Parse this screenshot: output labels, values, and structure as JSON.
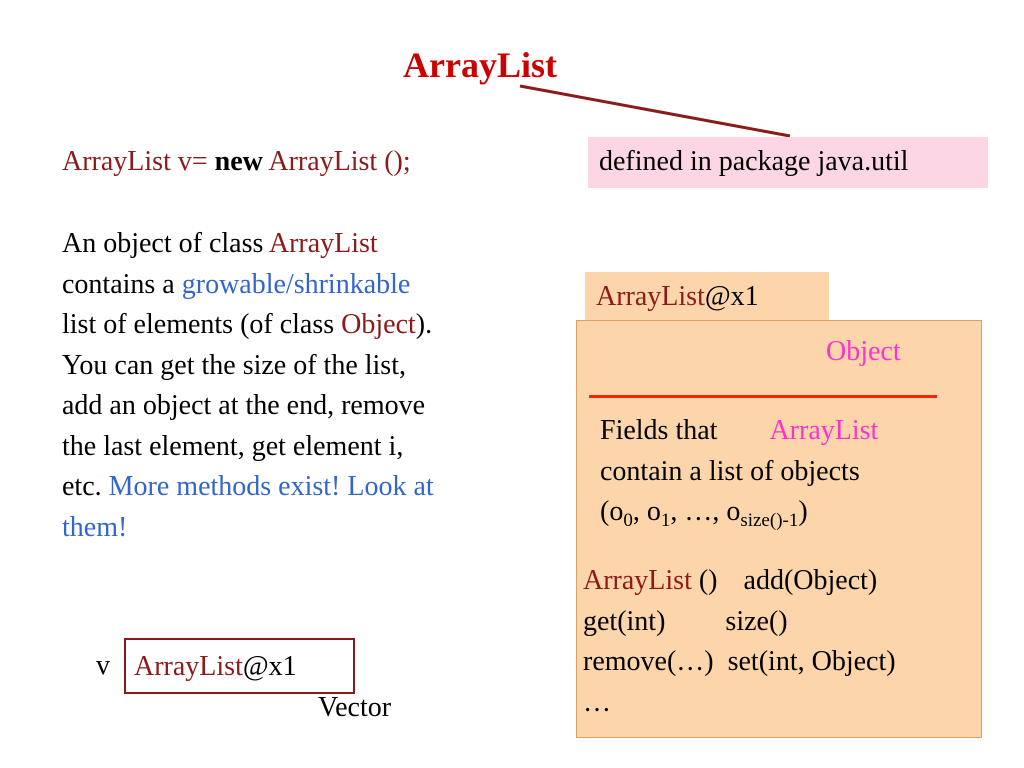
{
  "title": "ArrayList",
  "declaration": {
    "prefix": "ArrayList v= ",
    "keyword": "new",
    "suffix": " ArrayList ();"
  },
  "package_note": "defined in package java.util",
  "paragraph": {
    "line1_a": "An object of class ",
    "line1_class": "ArrayList",
    "line2_a": "contains a ",
    "line2_highlight": "growable/shrinkable",
    "line3_a": "list of elements (of class ",
    "line3_class": "Object",
    "line3_b": ").",
    "line4": "You can get the size of the list,",
    "line5": "add an object at the end, remove",
    "line6": "the last element, get element i,",
    "line7_a": "etc. ",
    "line7_highlight": "More methods exist! Look at",
    "line8_highlight": "them!"
  },
  "object_folder": {
    "tab_class": "ArrayList",
    "tab_id": "@x1",
    "superclass": "Object",
    "fields_line1_a": "Fields that",
    "fields_line1_class": "ArrayList",
    "fields_line2": "contain a list of objects",
    "fields_line3_open": "(o",
    "fields_line3_sub0": "0",
    "fields_line3_sep1": ", o",
    "fields_line3_sub1": "1",
    "fields_line3_sep2": ", …, o",
    "fields_line3_subn": "size()-1",
    "fields_line3_close": ")",
    "methods": {
      "constructor": "ArrayList",
      "constructor_args": " ()",
      "m_add": "add(Object)",
      "m_get": "get(int)",
      "m_size": "size()",
      "m_remove": "remove(…)",
      "m_set": "set(int, Object)",
      "m_more": "…"
    }
  },
  "variable": {
    "name": "v",
    "value_class": "ArrayList",
    "value_id": "@x1",
    "type": "Vector"
  },
  "colors": {
    "title": "#cc0000",
    "class_name": "#8b1a1a",
    "highlight": "#3366cc",
    "object_class": "#ff33cc",
    "package_bg": "#fcd6e4",
    "folder_bg": "#fdd5aa"
  }
}
